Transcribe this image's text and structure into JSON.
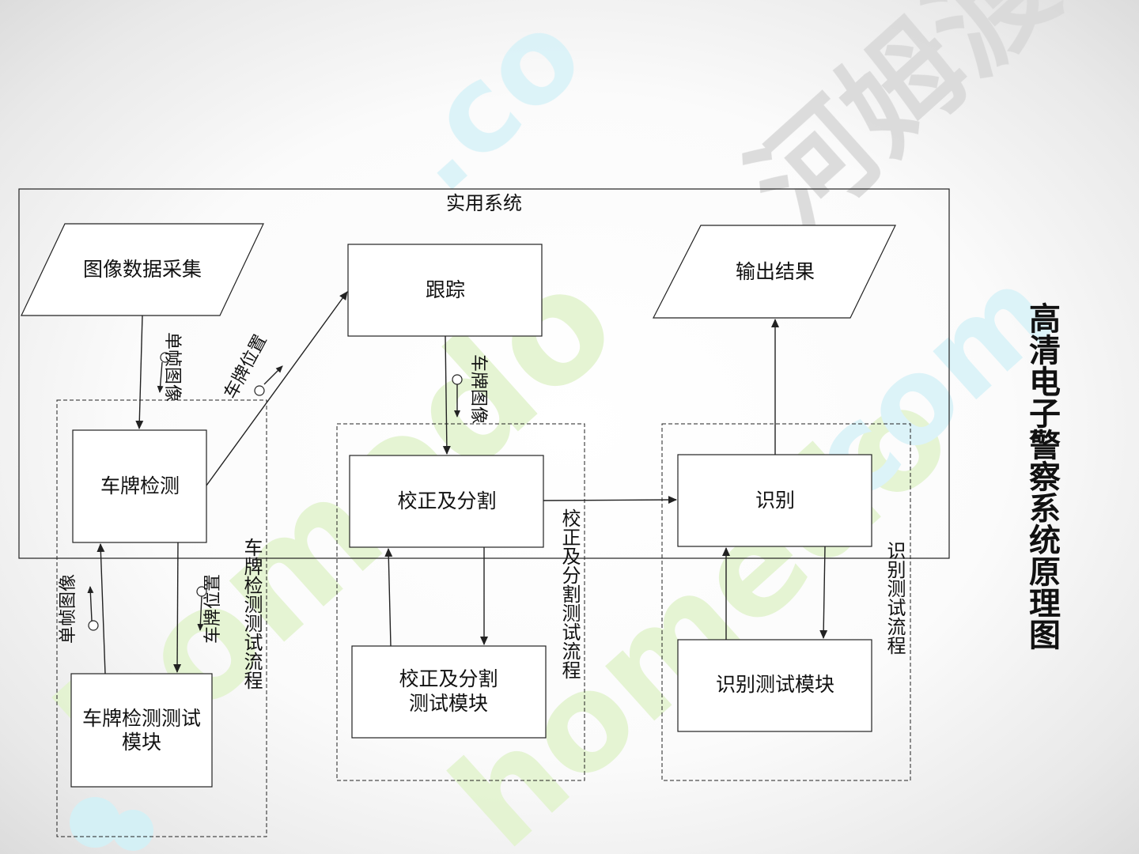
{
  "system_label": "实用系统",
  "page_title": "高清电子警察系统原理图",
  "watermark_text": "homedo.com 河姆渡",
  "nodes": {
    "image_capture": "图像数据采集",
    "tracking": "跟踪",
    "output": "输出结果",
    "plate_detect": "车牌检测",
    "correct_segment": "校正及分割",
    "recognize": "识别",
    "plate_detect_test_l1": "车牌检测测试",
    "plate_detect_test_l2": "模块",
    "correct_test_l1": "校正及分割",
    "correct_test_l2": "测试模块",
    "recognize_test": "识别测试模块"
  },
  "groups": {
    "plate_detect_flow": "车牌检测测试流程",
    "correct_flow": "校正及分割测试流程",
    "recognize_flow": "识别测试流程"
  },
  "edge_labels": {
    "single_frame_top": "单帧图像",
    "plate_position_top": "车牌位置",
    "plate_image": "车牌图像",
    "single_frame_left": "单帧图像",
    "plate_position_left": "车牌位置"
  },
  "colors": {
    "watermark_green": "#dff2c8",
    "watermark_cyan": "#d2f1f7",
    "watermark_gray": "#d6d6d6",
    "line": "#222222"
  }
}
